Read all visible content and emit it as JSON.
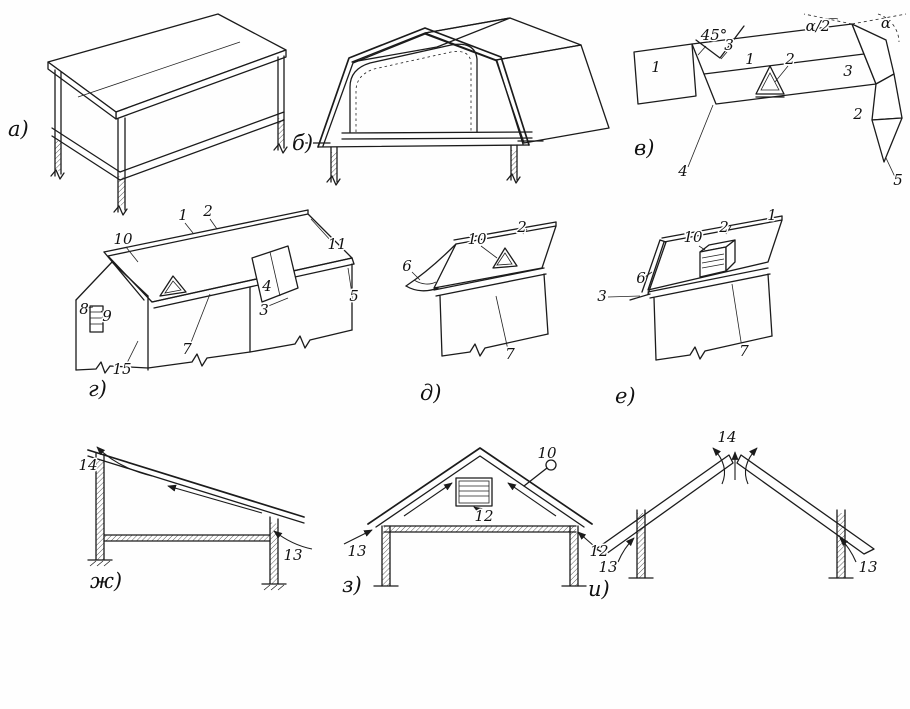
{
  "figure": {
    "panels": {
      "a": {
        "letter": "а)"
      },
      "b": {
        "letter": "б)"
      },
      "v": {
        "letter": "в)",
        "labels": {
          "deg45": "45°",
          "wing1": "1",
          "n3_top": "3",
          "n1_mid": "1",
          "n2_mid": "2",
          "alpha_half": "α/2",
          "alpha": "α",
          "n3_right": "3",
          "n2_right": "2",
          "n4": "4",
          "n5": "5"
        }
      },
      "g": {
        "letter": "г)",
        "labels": {
          "n10": "10",
          "n1": "1",
          "n2": "2",
          "n11": "11",
          "n4": "4",
          "n5": "5",
          "n3": "3",
          "n8": "8",
          "n9": "9",
          "n7": "7",
          "n15": "15"
        }
      },
      "d": {
        "letter": "д)",
        "labels": {
          "n10": "10",
          "n2": "2",
          "n6": "6",
          "n7": "7"
        }
      },
      "e": {
        "letter": "е)",
        "labels": {
          "n10": "10",
          "n2": "2",
          "n1": "1",
          "n6": "6",
          "n3": "3",
          "n7": "7"
        }
      },
      "zh": {
        "letter": "ж)",
        "labels": {
          "n14": "14",
          "n13": "13"
        }
      },
      "z": {
        "letter": "з)",
        "labels": {
          "n10": "10",
          "n12a": "12",
          "n12b": "12",
          "n13": "13"
        }
      },
      "i": {
        "letter": "и)",
        "labels": {
          "n14": "14",
          "n13a": "13",
          "n13b": "13"
        }
      }
    }
  }
}
